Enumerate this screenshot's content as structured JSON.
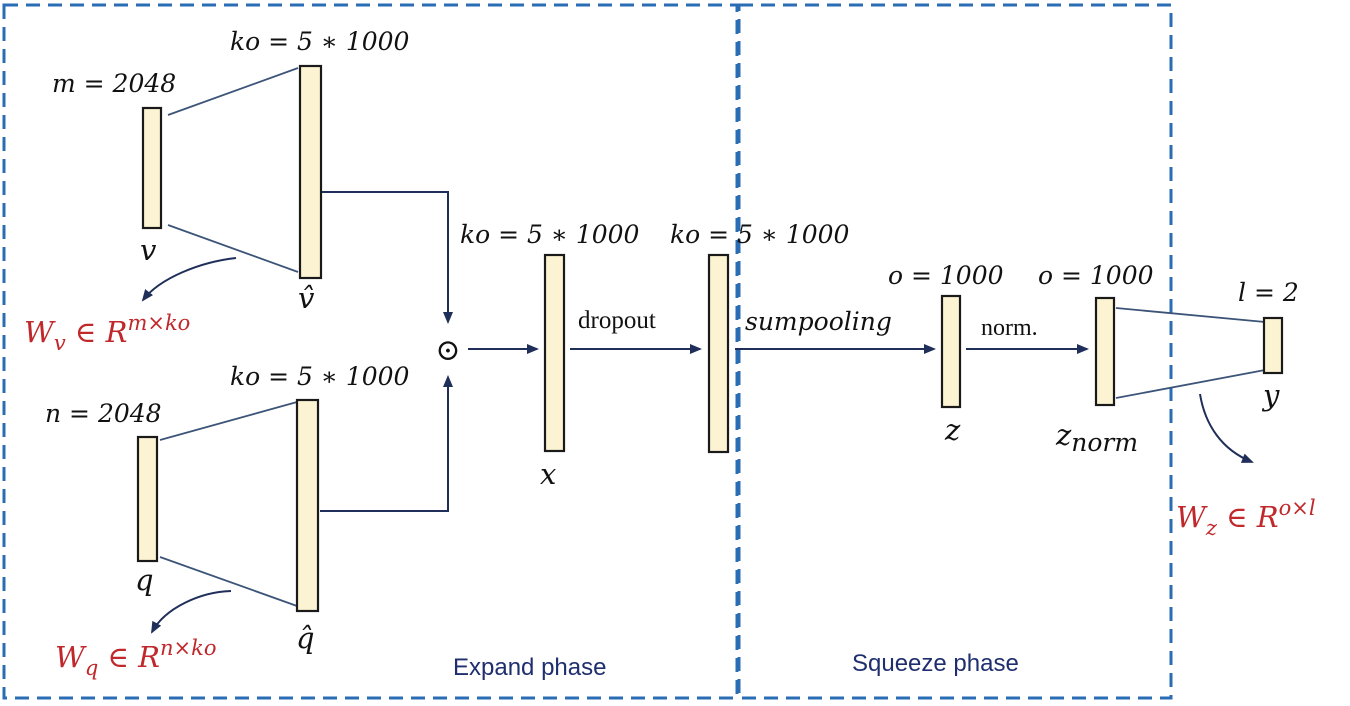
{
  "layers": {
    "v_dim": "m = 2048",
    "v_hat_dim": "ko = 5 ∗ 1000",
    "q_dim": "n = 2048",
    "q_hat_dim": "ko = 5 ∗ 1000",
    "x_dim": "ko = 5 ∗ 1000",
    "x_drop_dim": "ko = 5 ∗ 1000",
    "z_dim": "o = 1000",
    "z_norm_dim": "o = 1000",
    "y_dim": "l = 2"
  },
  "labels": {
    "v": "v",
    "v_hat": "v̂",
    "q": "q",
    "q_hat": "q̂",
    "x": "x",
    "z": "z",
    "z_norm_base": "z",
    "z_norm_sub": "norm",
    "y": "y",
    "hadamard": "⊙"
  },
  "operations": {
    "dropout": "dropout",
    "sumpooling": "sumpooling",
    "norm": "norm."
  },
  "weights": {
    "wv_base": "W",
    "wv_sub": "v",
    "wv_rest": " ∈ R",
    "wv_sup": "m×ko",
    "wq_base": "W",
    "wq_sub": "q",
    "wq_rest": " ∈ R",
    "wq_sup": "n×ko",
    "wz_base": "W",
    "wz_sub": "z",
    "wz_rest": " ∈ R",
    "wz_sup": "o×l"
  },
  "phases": {
    "expand": "Expand phase",
    "squeeze": "Squeeze phase"
  },
  "colors": {
    "weight_text": "#c0282b",
    "phase_text": "#1f2f6e",
    "dashed_border": "#2a6db5",
    "bar_fill": "#fbf3d2"
  }
}
